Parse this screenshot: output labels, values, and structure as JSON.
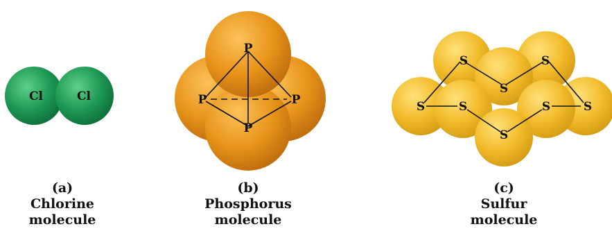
{
  "panels": [
    {
      "letter": "(a)",
      "line1": "Chlorine",
      "line2": "molecule",
      "atom_symbol": "Cl",
      "atom_color": "#1e9a55"
    },
    {
      "letter": "(b)",
      "line1": "Phosphorus",
      "line2": "molecule",
      "atom_symbol": "P",
      "atom_color": "#e8941a"
    },
    {
      "letter": "(c)",
      "line1": "Sulfur",
      "line2": "molecule",
      "atom_symbol": "S",
      "atom_color": "#f2bb2a"
    }
  ]
}
